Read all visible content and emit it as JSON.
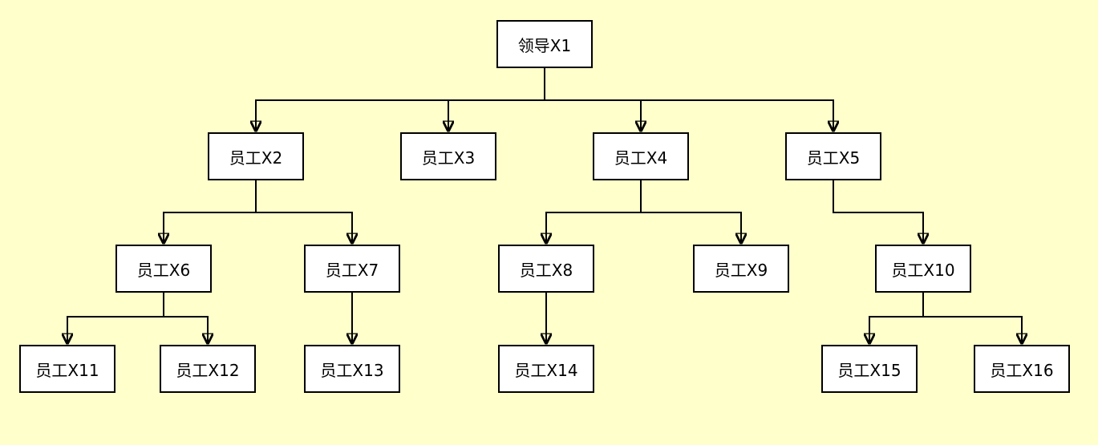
{
  "org_chart": {
    "root": {
      "id": "x1",
      "label": "领导X1"
    },
    "nodes": [
      {
        "id": "x2",
        "label": "员工X2",
        "parent": "x1"
      },
      {
        "id": "x3",
        "label": "员工X3",
        "parent": "x1"
      },
      {
        "id": "x4",
        "label": "员工X4",
        "parent": "x1"
      },
      {
        "id": "x5",
        "label": "员工X5",
        "parent": "x1"
      },
      {
        "id": "x6",
        "label": "员工X6",
        "parent": "x2"
      },
      {
        "id": "x7",
        "label": "员工X7",
        "parent": "x2"
      },
      {
        "id": "x8",
        "label": "员工X8",
        "parent": "x4"
      },
      {
        "id": "x9",
        "label": "员工X9",
        "parent": "x4"
      },
      {
        "id": "x10",
        "label": "员工X10",
        "parent": "x5"
      },
      {
        "id": "x11",
        "label": "员工X11",
        "parent": "x6"
      },
      {
        "id": "x12",
        "label": "员工X12",
        "parent": "x6"
      },
      {
        "id": "x13",
        "label": "员工X13",
        "parent": "x7"
      },
      {
        "id": "x14",
        "label": "员工X14",
        "parent": "x8"
      },
      {
        "id": "x15",
        "label": "员工X15",
        "parent": "x10"
      },
      {
        "id": "x16",
        "label": "员工X16",
        "parent": "x10"
      }
    ]
  },
  "colors": {
    "background": "#FFFFCC",
    "node_fill": "#FFFFFF",
    "stroke": "#000000"
  }
}
